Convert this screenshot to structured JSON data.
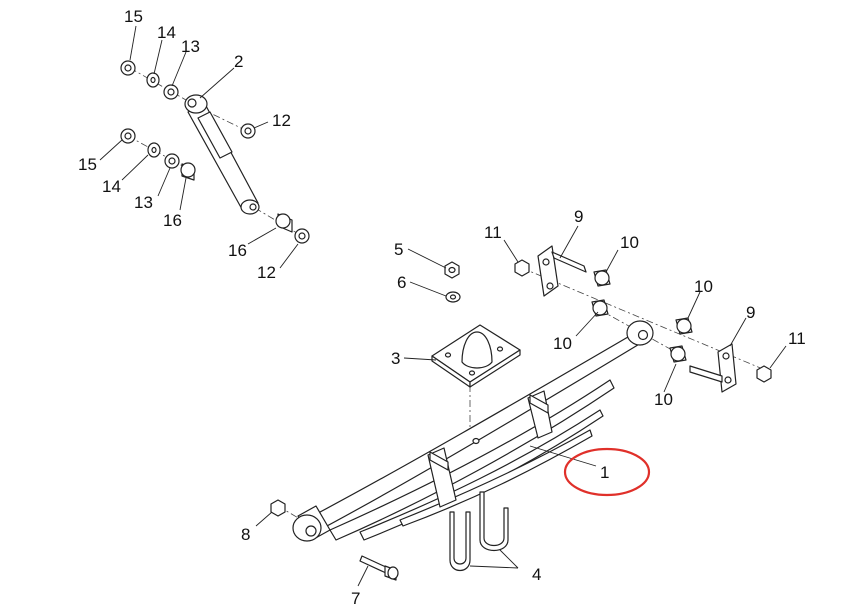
{
  "callouts": {
    "c1": "1",
    "c2": "2",
    "c3": "3",
    "c4": "4",
    "c5": "5",
    "c6": "6",
    "c7": "7",
    "c8": "8",
    "c9a": "9",
    "c9b": "9",
    "c10a": "10",
    "c10b": "10",
    "c10c": "10",
    "c10d": "10",
    "c11a": "11",
    "c11b": "11",
    "c12a": "12",
    "c12b": "12",
    "c13a": "13",
    "c13b": "13",
    "c14a": "14",
    "c14b": "14",
    "c15a": "15",
    "c15b": "15",
    "c16a": "16",
    "c16b": "16"
  },
  "highlight": {
    "color": "#e0302a",
    "target_callout": "1"
  }
}
